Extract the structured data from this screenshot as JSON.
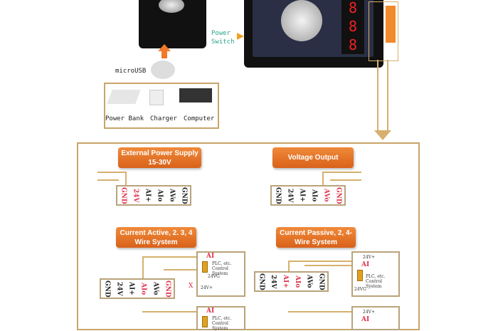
{
  "top": {
    "power_switch": "Power\nSwitch",
    "microusb": "microUSB",
    "sources": [
      "Power Bank",
      "Charger",
      "Computer"
    ]
  },
  "badges": {
    "external": "External Power Supply 15-30V",
    "voltage": "Voltage Output",
    "current_active": "Current Active, 2. 3, 4 Wire System",
    "current_passive": "Current Passive, 2, 4-Wire System"
  },
  "terminals": [
    "GND",
    "24V",
    "AI+",
    "AIo",
    "AVo",
    "GND"
  ],
  "plc": {
    "ai": "AI",
    "label": "PLC, etc. Control System",
    "v24": "24V+",
    "vg": "24VG",
    "x": "X"
  }
}
